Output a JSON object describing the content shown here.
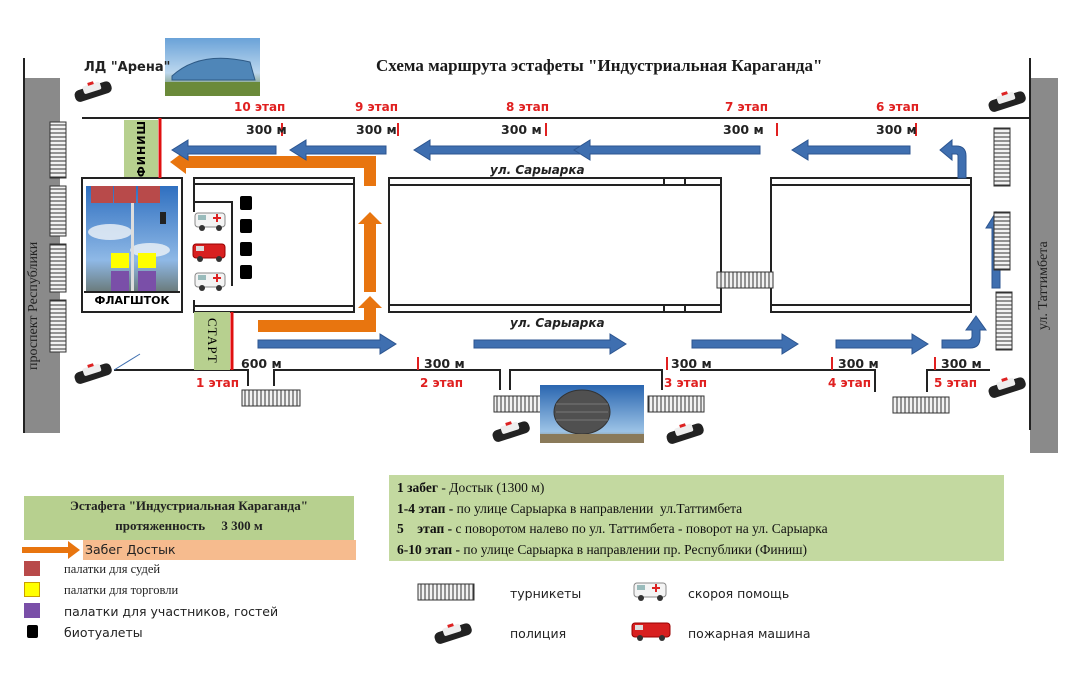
{
  "header": {
    "title": "Схема маршрута эстафеты \"Индустриальная Караганда\"",
    "arena_label": "ЛД \"Арена\""
  },
  "streets": {
    "left_road": "проспект Республики",
    "right_road": "ул. Таттимбета",
    "top_street": "ул. Сарыарка",
    "bottom_street": "ул. Сарыарка"
  },
  "markers": {
    "finish": "ФИНИШ",
    "start": "СТАРТ",
    "flagpole": "ФЛАГШТОК"
  },
  "stages_top": [
    {
      "label": "10 этап",
      "distance": "300 м"
    },
    {
      "label": "9 этап",
      "distance": "300 м"
    },
    {
      "label": "8 этап",
      "distance": "300 м"
    },
    {
      "label": "7 этап",
      "distance": "300 м"
    },
    {
      "label": "6 этап",
      "distance": "300 м"
    }
  ],
  "stages_bottom": [
    {
      "label": "1 этап",
      "distance": "600 м"
    },
    {
      "label": "2 этап",
      "distance": "300 м"
    },
    {
      "label": "3 этап",
      "distance": "300 м"
    },
    {
      "label": "4 этап",
      "distance": "300 м"
    },
    {
      "label": "5 этап",
      "distance": "300 м"
    }
  ],
  "legend": {
    "title_line1": "Эстафета \"Индустриальная Караганда\"",
    "title_line2": "протяженность     3 300 м",
    "run_label": "Забег Достык",
    "items": [
      {
        "label": "палатки для судей",
        "color": "#b84a4a"
      },
      {
        "label": "палатки для торговли",
        "color": "#ffff00"
      },
      {
        "label": "палатки для участников, гостей",
        "color": "#7a4fa8"
      },
      {
        "label": "биотуалеты",
        "color": "#000000"
      }
    ],
    "icons": [
      {
        "icon": "turnstile-icon",
        "label": "турникеты"
      },
      {
        "icon": "ambulance-icon",
        "label": "скороя помощь"
      },
      {
        "icon": "police-car-icon",
        "label": "полиция"
      },
      {
        "icon": "fire-truck-icon",
        "label": "пожарная машина"
      }
    ]
  },
  "description": {
    "lines": [
      {
        "bold": "1 забег",
        "text": " - Достык (1300 м)"
      },
      {
        "bold": "1-4 этап -",
        "text": " по улице Сарыарка в направлении  ул.Таттимбета"
      },
      {
        "bold": "5    этап -",
        "text": " с поворотом налево по ул. Таттимбета - поворот на ул. Сарыарка"
      },
      {
        "bold": "6-10 этап -",
        "text": " по улице Сарыарка в направлении пр. Республики (Финиш)"
      }
    ]
  },
  "colors": {
    "route_arrow": "#3f6fb0",
    "run_arrow": "#e8750f",
    "road": "#8a8a8a",
    "stage_text": "#e02020",
    "label_bg": "#b7d08f",
    "desc_bg": "#c3d9a0",
    "run_bg": "#f6bb8e"
  }
}
